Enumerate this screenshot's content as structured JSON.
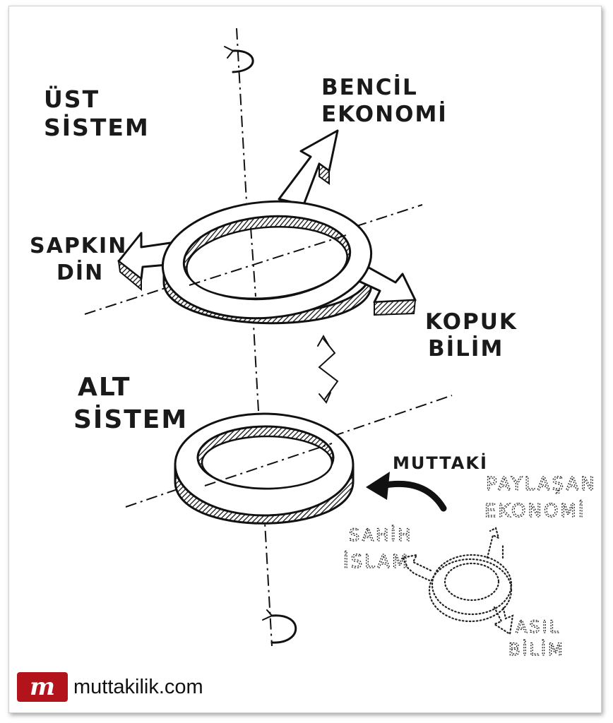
{
  "labels": {
    "ust_sistem": [
      "ÜST",
      "SİSTEM"
    ],
    "bencil_ekonomi": [
      "BENCİL",
      "EKONOMİ"
    ],
    "sapkin_din": [
      "SAPKIN",
      "DİN"
    ],
    "kopuk_bilim": [
      "KOPUK",
      "BİLİM"
    ],
    "alt_sistem": [
      "ALT",
      "SİSTEM"
    ],
    "muttaki": "MUTTAKİ",
    "paylasan_ekonomi": [
      "PAYLAŞAN",
      "EKONOMİ"
    ],
    "sahih_islam": [
      "SAHİH",
      "İSLAM"
    ],
    "asil_bilim": [
      "ASIL",
      "BİLİM"
    ]
  },
  "footer": {
    "site": "muttakilik.com",
    "logo_letter": "m"
  },
  "colors": {
    "ink": "#111111",
    "brand": "#b3141b"
  },
  "icons": [
    "rotation-arrow-icon",
    "lightning-icon",
    "curved-arrow-icon",
    "logo-icon"
  ]
}
